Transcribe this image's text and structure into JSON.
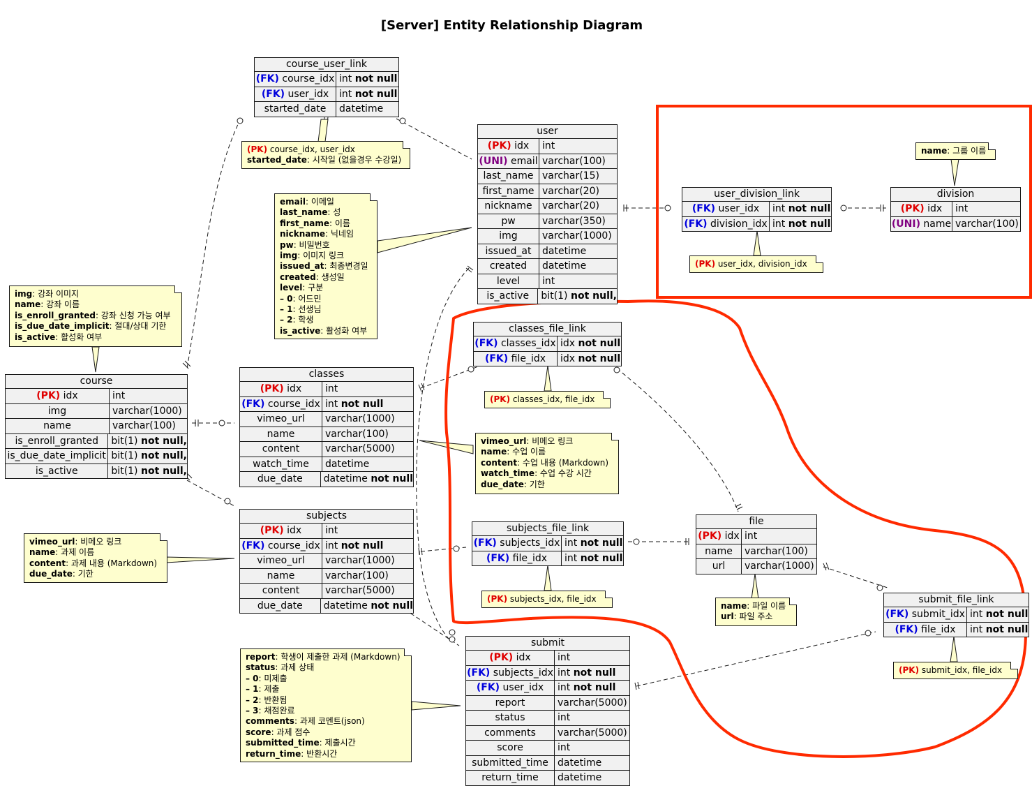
{
  "title": "[Server] Entity Relationship Diagram",
  "entities": {
    "course_user_link": {
      "name": "course_user_link",
      "rows": [
        {
          "tag": "(FK)",
          "field": "course_idx",
          "type": "int",
          "mod": "not null"
        },
        {
          "tag": "(FK)",
          "field": "user_idx",
          "type": "int",
          "mod": "not null"
        },
        {
          "tag": "",
          "field": "started_date",
          "type": "datetime",
          "mod": ""
        }
      ]
    },
    "user": {
      "name": "user",
      "rows": [
        {
          "tag": "(PK)",
          "field": "idx",
          "type": "int",
          "mod": ""
        },
        {
          "tag": "(UNI)",
          "field": "email",
          "type": "varchar(100)",
          "mod": ""
        },
        {
          "tag": "",
          "field": "last_name",
          "type": "varchar(15)",
          "mod": ""
        },
        {
          "tag": "",
          "field": "first_name",
          "type": "varchar(20)",
          "mod": ""
        },
        {
          "tag": "",
          "field": "nickname",
          "type": "varchar(20)",
          "mod": ""
        },
        {
          "tag": "",
          "field": "pw",
          "type": "varchar(350)",
          "mod": ""
        },
        {
          "tag": "",
          "field": "img",
          "type": "varchar(1000)",
          "mod": ""
        },
        {
          "tag": "",
          "field": "issued_at",
          "type": "datetime",
          "mod": ""
        },
        {
          "tag": "",
          "field": "created",
          "type": "datetime",
          "mod": ""
        },
        {
          "tag": "",
          "field": "level",
          "type": "int",
          "mod": ""
        },
        {
          "tag": "",
          "field": "is_active",
          "type": "bit(1)",
          "mod": "not null,"
        }
      ]
    },
    "user_division_link": {
      "name": "user_division_link",
      "rows": [
        {
          "tag": "(FK)",
          "field": "user_idx",
          "type": "int",
          "mod": "not null"
        },
        {
          "tag": "(FK)",
          "field": "division_idx",
          "type": "int",
          "mod": "not null"
        }
      ]
    },
    "division": {
      "name": "division",
      "rows": [
        {
          "tag": "(PK)",
          "field": "idx",
          "type": "int",
          "mod": ""
        },
        {
          "tag": "(UNI)",
          "field": "name",
          "type": "varchar(100)",
          "mod": ""
        }
      ]
    },
    "course": {
      "name": "course",
      "rows": [
        {
          "tag": "(PK)",
          "field": "idx",
          "type": "int",
          "mod": ""
        },
        {
          "tag": "",
          "field": "img",
          "type": "varchar(1000)",
          "mod": ""
        },
        {
          "tag": "",
          "field": "name",
          "type": "varchar(100)",
          "mod": ""
        },
        {
          "tag": "",
          "field": "is_enroll_granted",
          "type": "bit(1)",
          "mod": "not null,"
        },
        {
          "tag": "",
          "field": "is_due_date_implicit",
          "type": "bit(1)",
          "mod": "not null,"
        },
        {
          "tag": "",
          "field": "is_active",
          "type": "bit(1)",
          "mod": "not null,"
        }
      ]
    },
    "classes": {
      "name": "classes",
      "rows": [
        {
          "tag": "(PK)",
          "field": "idx",
          "type": "int",
          "mod": ""
        },
        {
          "tag": "(FK)",
          "field": "course_idx",
          "type": "int",
          "mod": "not null"
        },
        {
          "tag": "",
          "field": "vimeo_url",
          "type": "varchar(1000)",
          "mod": ""
        },
        {
          "tag": "",
          "field": "name",
          "type": "varchar(100)",
          "mod": ""
        },
        {
          "tag": "",
          "field": "content",
          "type": "varchar(5000)",
          "mod": ""
        },
        {
          "tag": "",
          "field": "watch_time",
          "type": "datetime",
          "mod": ""
        },
        {
          "tag": "",
          "field": "due_date",
          "type": "datetime",
          "mod": "not null"
        }
      ]
    },
    "classes_file_link": {
      "name": "classes_file_link",
      "rows": [
        {
          "tag": "(FK)",
          "field": "classes_idx",
          "type": "idx",
          "mod": "not null"
        },
        {
          "tag": "(FK)",
          "field": "file_idx",
          "type": "idx",
          "mod": "not null"
        }
      ]
    },
    "subjects": {
      "name": "subjects",
      "rows": [
        {
          "tag": "(PK)",
          "field": "idx",
          "type": "int",
          "mod": ""
        },
        {
          "tag": "(FK)",
          "field": "course_idx",
          "type": "int",
          "mod": "not null"
        },
        {
          "tag": "",
          "field": "vimeo_url",
          "type": "varchar(1000)",
          "mod": ""
        },
        {
          "tag": "",
          "field": "name",
          "type": "varchar(100)",
          "mod": ""
        },
        {
          "tag": "",
          "field": "content",
          "type": "varchar(5000)",
          "mod": ""
        },
        {
          "tag": "",
          "field": "due_date",
          "type": "datetime",
          "mod": "not null"
        }
      ]
    },
    "subjects_file_link": {
      "name": "subjects_file_link",
      "rows": [
        {
          "tag": "(FK)",
          "field": "subjects_idx",
          "type": "int",
          "mod": "not null"
        },
        {
          "tag": "(FK)",
          "field": "file_idx",
          "type": "int",
          "mod": "not null"
        }
      ]
    },
    "file": {
      "name": "file",
      "rows": [
        {
          "tag": "(PK)",
          "field": "idx",
          "type": "int",
          "mod": ""
        },
        {
          "tag": "",
          "field": "name",
          "type": "varchar(100)",
          "mod": ""
        },
        {
          "tag": "",
          "field": "url",
          "type": "varchar(1000)",
          "mod": ""
        }
      ]
    },
    "submit_file_link": {
      "name": "submit_file_link",
      "rows": [
        {
          "tag": "(FK)",
          "field": "submit_idx",
          "type": "int",
          "mod": "not null"
        },
        {
          "tag": "(FK)",
          "field": "file_idx",
          "type": "int",
          "mod": "not null"
        }
      ]
    },
    "submit": {
      "name": "submit",
      "rows": [
        {
          "tag": "(PK)",
          "field": "idx",
          "type": "int",
          "mod": ""
        },
        {
          "tag": "(FK)",
          "field": "subjects_idx",
          "type": "int",
          "mod": "not null"
        },
        {
          "tag": "(FK)",
          "field": "user_idx",
          "type": "int",
          "mod": "not null"
        },
        {
          "tag": "",
          "field": "report",
          "type": "varchar(5000)",
          "mod": ""
        },
        {
          "tag": "",
          "field": "status",
          "type": "int",
          "mod": ""
        },
        {
          "tag": "",
          "field": "comments",
          "type": "varchar(5000)",
          "mod": ""
        },
        {
          "tag": "",
          "field": "score",
          "type": "int",
          "mod": ""
        },
        {
          "tag": "",
          "field": "submitted_time",
          "type": "datetime",
          "mod": ""
        },
        {
          "tag": "",
          "field": "return_time",
          "type": "datetime",
          "mod": ""
        }
      ]
    }
  },
  "notes": {
    "course_user_link": [
      {
        "tag": "(PK)",
        "key": "",
        "text": " course_idx, user_idx"
      },
      {
        "tag": "",
        "key": "started_date",
        "text": ": 시작일 (없을경우 수강일)"
      }
    ],
    "user": [
      {
        "tag": "",
        "key": "email",
        "text": ": 이메일"
      },
      {
        "tag": "",
        "key": "last_name",
        "text": ": 성"
      },
      {
        "tag": "",
        "key": "first_name",
        "text": ": 이름"
      },
      {
        "tag": "",
        "key": "nickname",
        "text": ": 닉네임"
      },
      {
        "tag": "",
        "key": "pw",
        "text": ": 비밀번호"
      },
      {
        "tag": "",
        "key": "img",
        "text": ": 이미지 링크"
      },
      {
        "tag": "",
        "key": "issued_at",
        "text": ": 최종변경일"
      },
      {
        "tag": "",
        "key": "created",
        "text": ": 생성일"
      },
      {
        "tag": "",
        "key": "level",
        "text": ": 구분"
      },
      {
        "tag": "",
        "key": "– 0",
        "text": ": 어드민"
      },
      {
        "tag": "",
        "key": "– 1",
        "text": ": 선생님"
      },
      {
        "tag": "",
        "key": "– 2",
        "text": ": 학생"
      },
      {
        "tag": "",
        "key": "is_active",
        "text": ": 활성화 여부"
      }
    ],
    "division": [
      {
        "tag": "",
        "key": "name",
        "text": ": 그룹 이름"
      }
    ],
    "user_division_link": [
      {
        "tag": "(PK)",
        "key": "",
        "text": " user_idx, division_idx"
      }
    ],
    "course": [
      {
        "tag": "",
        "key": "img",
        "text": ": 강좌 이미지"
      },
      {
        "tag": "",
        "key": "name",
        "text": ": 강좌 이름"
      },
      {
        "tag": "",
        "key": "is_enroll_granted",
        "text": ": 강좌 신청 가능 여부"
      },
      {
        "tag": "",
        "key": "is_due_date_implicit",
        "text": ": 절대/상대 기한"
      },
      {
        "tag": "",
        "key": "is_active",
        "text": ": 활성화 여부"
      }
    ],
    "classes_file_link": [
      {
        "tag": "(PK)",
        "key": "",
        "text": " classes_idx, file_idx"
      }
    ],
    "classes": [
      {
        "tag": "",
        "key": "vimeo_url",
        "text": ": 비메오 링크"
      },
      {
        "tag": "",
        "key": "name",
        "text": ": 수업 이름"
      },
      {
        "tag": "",
        "key": "content",
        "text": ": 수업 내용 (Markdown)"
      },
      {
        "tag": "",
        "key": "watch_time",
        "text": ": 수업 수강 시간"
      },
      {
        "tag": "",
        "key": "due_date",
        "text": ": 기한"
      }
    ],
    "subjects": [
      {
        "tag": "",
        "key": "vimeo_url",
        "text": ": 비메오 링크"
      },
      {
        "tag": "",
        "key": "name",
        "text": ": 과제 이름"
      },
      {
        "tag": "",
        "key": "content",
        "text": ": 과제 내용 (Markdown)"
      },
      {
        "tag": "",
        "key": "due_date",
        "text": ": 기한"
      }
    ],
    "subjects_file_link": [
      {
        "tag": "(PK)",
        "key": "",
        "text": " subjects_idx, file_idx"
      }
    ],
    "file": [
      {
        "tag": "",
        "key": "name",
        "text": ": 파일 이름"
      },
      {
        "tag": "",
        "key": "url",
        "text": ": 파일 주소"
      }
    ],
    "submit_file_link": [
      {
        "tag": "(PK)",
        "key": "",
        "text": " submit_idx, file_idx"
      }
    ],
    "submit": [
      {
        "tag": "",
        "key": "report",
        "text": ": 학생이 제출한 과제 (Markdown)"
      },
      {
        "tag": "",
        "key": "status",
        "text": ": 과제 상태"
      },
      {
        "tag": "",
        "key": "– 0",
        "text": ": 미제출"
      },
      {
        "tag": "",
        "key": "– 1",
        "text": ": 제출"
      },
      {
        "tag": "",
        "key": "– 2",
        "text": ": 반환됨"
      },
      {
        "tag": "",
        "key": "– 3",
        "text": ": 채점완료"
      },
      {
        "tag": "",
        "key": "comments",
        "text": ": 과제 코멘트(json)"
      },
      {
        "tag": "",
        "key": "score",
        "text": ": 과제 점수"
      },
      {
        "tag": "",
        "key": "submitted_time",
        "text": ": 제출시간"
      },
      {
        "tag": "",
        "key": "return_time",
        "text": ": 반환시간"
      }
    ]
  },
  "colors": {
    "pk": "#e00000",
    "fk": "#0000dd",
    "uni": "#800080",
    "note_bg": "#fefece",
    "entity_bg": "#f1f1f1",
    "highlight": "#ff2a00"
  }
}
